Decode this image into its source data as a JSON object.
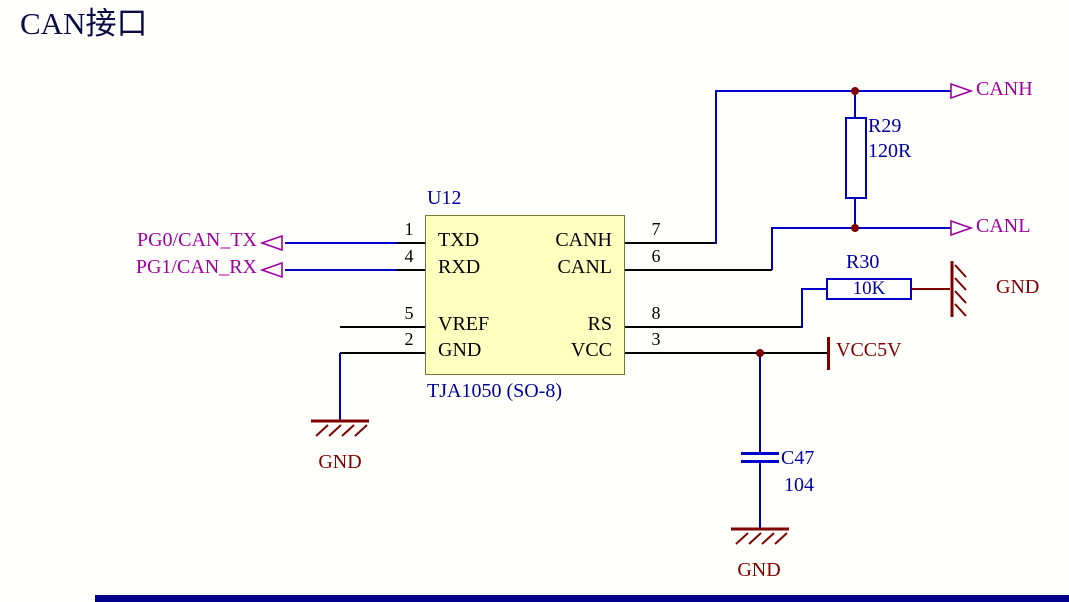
{
  "title": "CAN接口",
  "ic": {
    "ref": "U12",
    "part": "TJA1050 (SO-8)",
    "pins_left": [
      {
        "num": "1",
        "name": "TXD"
      },
      {
        "num": "4",
        "name": "RXD"
      },
      {
        "num": "5",
        "name": "VREF"
      },
      {
        "num": "2",
        "name": "GND"
      }
    ],
    "pins_right": [
      {
        "num": "7",
        "name": "CANH"
      },
      {
        "num": "6",
        "name": "CANL"
      },
      {
        "num": "8",
        "name": "RS"
      },
      {
        "num": "3",
        "name": "VCC"
      }
    ]
  },
  "ports": {
    "tx": "PG0/CAN_TX",
    "rx": "PG1/CAN_RX",
    "canh": "CANH",
    "canl": "CANL"
  },
  "components": {
    "r29": {
      "ref": "R29",
      "value": "120R"
    },
    "r30": {
      "ref": "R30",
      "value": "10K"
    },
    "c47": {
      "ref": "C47",
      "value": "104"
    }
  },
  "nets": {
    "vcc": "VCC5V",
    "gnd_left": "GND",
    "gnd_right": "GND",
    "gnd_bottom": "GND"
  },
  "colors": {
    "wire_blue": "#0000C8",
    "wire_black": "#000000",
    "power_red": "#800000",
    "port_purple": "#A000A0",
    "label_blue": "#0000A0",
    "ic_fill": "#FFFFC0",
    "ic_border": "#7D7535",
    "background": "#FFFFFB"
  }
}
